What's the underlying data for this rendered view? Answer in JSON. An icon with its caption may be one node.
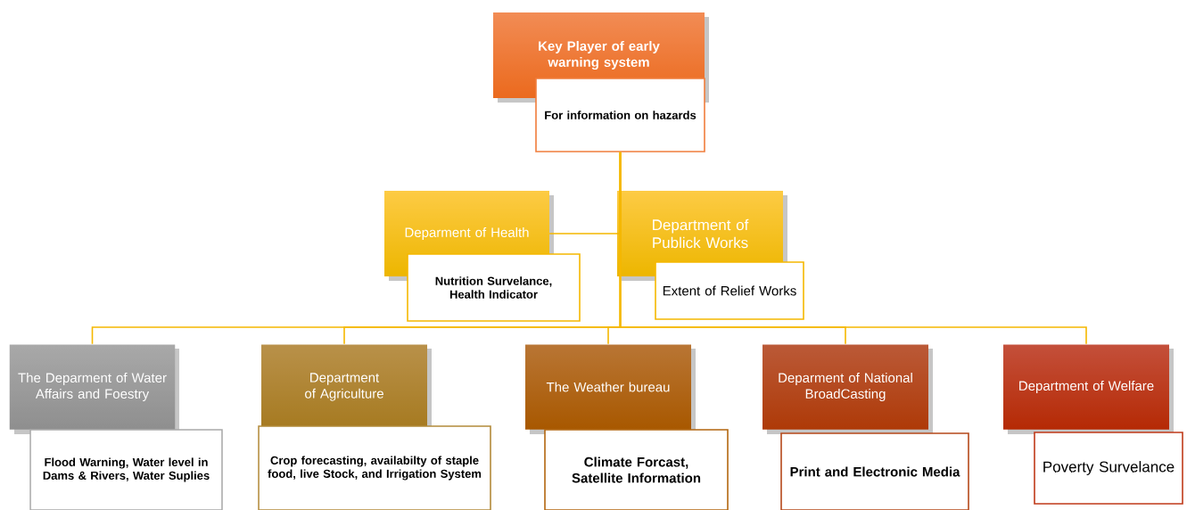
{
  "diagram": {
    "nodes": [
      {
        "text": [
          "Key Player of early warning system"
        ]
      },
      {
        "text": [
          "For information on hazards"
        ]
      },
      {
        "text": [
          "Deparment of Health"
        ]
      },
      {
        "text": [
          "Nutrition Survelance, Health Indicator"
        ]
      },
      {
        "text": [
          "Department of Publick Works"
        ]
      },
      {
        "text": [
          "Extent of Relief Works"
        ]
      },
      {
        "text": [
          "The Deparment of Water Affairs and Foestry"
        ]
      },
      {
        "text": [
          "Flood Warning, Water level in Dams & Rivers, Water Suplies"
        ]
      },
      {
        "text": [
          "Department of Agriculture"
        ]
      },
      {
        "text": [
          "Crop forecasting, availabilty of staple food, live Stock, and Irrigation System"
        ]
      },
      {
        "text": [
          "The Weather bureau"
        ]
      },
      {
        "text": [
          "Climate Forcast, Satellite Information"
        ]
      },
      {
        "text": [
          "Deparment of National BroadCasting"
        ]
      },
      {
        "text": [
          "Print and Electronic Media"
        ]
      },
      {
        "text": [
          "Department of Welfare"
        ]
      },
      {
        "text": [
          "Poverty Survelance"
        ]
      }
    ],
    "edges": [
      {
        "from": 1,
        "to": 2,
        "arrow": "none"
      },
      {
        "from": 1,
        "to": 4,
        "arrow": "none"
      },
      {
        "from": 1,
        "to": 6,
        "arrow": "none"
      },
      {
        "from": 1,
        "to": 8,
        "arrow": "none"
      },
      {
        "from": 1,
        "to": 10,
        "arrow": "none"
      },
      {
        "from": 1,
        "to": 12,
        "arrow": "none"
      },
      {
        "from": 1,
        "to": 14,
        "arrow": "none"
      }
    ]
  }
}
